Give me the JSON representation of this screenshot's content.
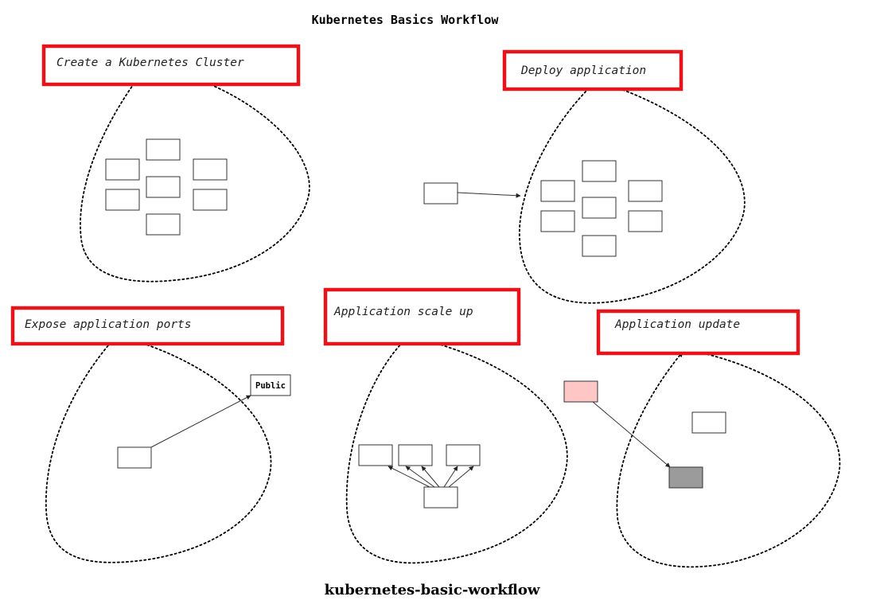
{
  "title": "Kubernetes Basics Workflow",
  "caption": "kubernetes-basic-workflow",
  "steps": [
    {
      "label": "Create a Kubernetes Cluster"
    },
    {
      "label": "Deploy application"
    },
    {
      "label": "Expose application ports"
    },
    {
      "label": "Application scale up"
    },
    {
      "label": "Application update"
    }
  ],
  "public_label": "Public",
  "colors": {
    "highlight": "#e8141c",
    "old_pod": "#ffc6c6",
    "new_pod": "#9b9b9b"
  }
}
